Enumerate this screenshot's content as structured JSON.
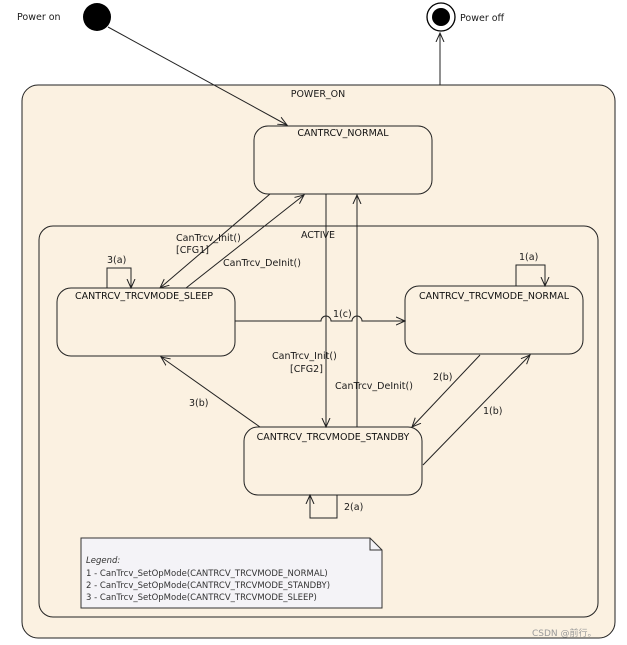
{
  "pseudostates": {
    "initial_label": "Power on",
    "final_label": "Power off"
  },
  "composite": {
    "power_on": "POWER_ON",
    "active": "ACTIVE"
  },
  "states": {
    "normal": "CANTRCV_NORMAL",
    "sleep": "CANTRCV_TRCVMODE_SLEEP",
    "trcv_normal": "CANTRCV_TRCVMODE_NORMAL",
    "standby": "CANTRCV_TRCVMODE_STANDBY"
  },
  "transitions": {
    "init_cfg1_line1": "CanTrcv_Init()",
    "init_cfg1_line2": "[CFG1]",
    "deinit_sleep": "CanTrcv_DeInit()",
    "init_cfg2_line1": "CanTrcv_Init()",
    "init_cfg2_line2": "[CFG2]",
    "deinit_standby": "CanTrcv_DeInit()",
    "self_sleep": "3(a)",
    "self_normal": "1(a)",
    "self_standby": "2(a)",
    "sleep_to_normal": "1(c)",
    "normal_to_standby": "2(b)",
    "standby_to_normal": "1(b)",
    "standby_to_sleep": "3(b)"
  },
  "legend": {
    "title": "Legend:",
    "items": [
      "1 - CanTrcv_SetOpMode(CANTRCV_TRCVMODE_NORMAL)",
      "2 - CanTrcv_SetOpMode(CANTRCV_TRCVMODE_STANDBY)",
      "3 - CanTrcv_SetOpMode(CANTRCV_TRCVMODE_SLEEP)"
    ]
  },
  "watermark": "CSDN @前行。",
  "colors": {
    "composite_fill": "#fbf1e1",
    "state_fill": "#fbf1e1",
    "stroke": "#222222",
    "note_fill": "#f4f3f7"
  }
}
